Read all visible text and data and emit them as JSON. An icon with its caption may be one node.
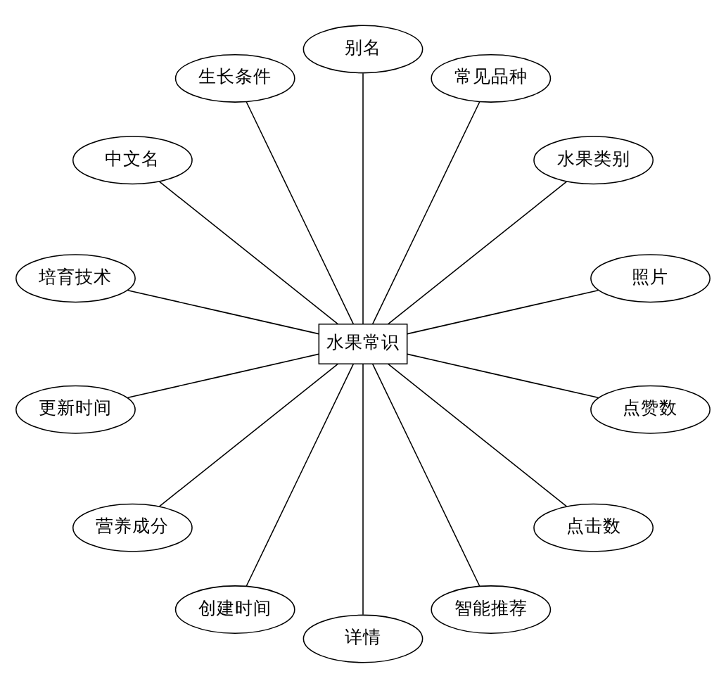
{
  "diagram": {
    "nodes": [
      {
        "text": [
          "照片"
        ]
      },
      {
        "text": [
          "水果类别"
        ]
      },
      {
        "text": [
          "常见品种"
        ]
      },
      {
        "text": [
          "别名"
        ]
      },
      {
        "text": [
          "生长条件"
        ]
      },
      {
        "text": [
          "中文名"
        ]
      },
      {
        "text": [
          "培育技术"
        ]
      },
      {
        "text": [
          "水果常识"
        ]
      },
      {
        "text": [
          "更新时间"
        ]
      },
      {
        "text": [
          "营养成分"
        ]
      },
      {
        "text": [
          "创建时间"
        ]
      },
      {
        "text": [
          "详情"
        ]
      },
      {
        "text": [
          "智能推荐"
        ]
      },
      {
        "text": [
          "点击数"
        ]
      },
      {
        "text": [
          "点赞数"
        ]
      }
    ],
    "edges": [
      {
        "from": 7,
        "to": 0,
        "arrow": "none"
      },
      {
        "from": 7,
        "to": 1,
        "arrow": "none"
      },
      {
        "from": 7,
        "to": 2,
        "arrow": "none"
      },
      {
        "from": 7,
        "to": 3,
        "arrow": "none"
      },
      {
        "from": 7,
        "to": 4,
        "arrow": "none"
      },
      {
        "from": 7,
        "to": 5,
        "arrow": "none"
      },
      {
        "from": 7,
        "to": 6,
        "arrow": "none"
      },
      {
        "from": 7,
        "to": 8,
        "arrow": "none"
      },
      {
        "from": 7,
        "to": 9,
        "arrow": "none"
      },
      {
        "from": 7,
        "to": 10,
        "arrow": "none"
      },
      {
        "from": 7,
        "to": 11,
        "arrow": "none"
      },
      {
        "from": 7,
        "to": 12,
        "arrow": "none"
      },
      {
        "from": 7,
        "to": 13,
        "arrow": "none"
      },
      {
        "from": 7,
        "to": 14,
        "arrow": "none"
      }
    ]
  }
}
